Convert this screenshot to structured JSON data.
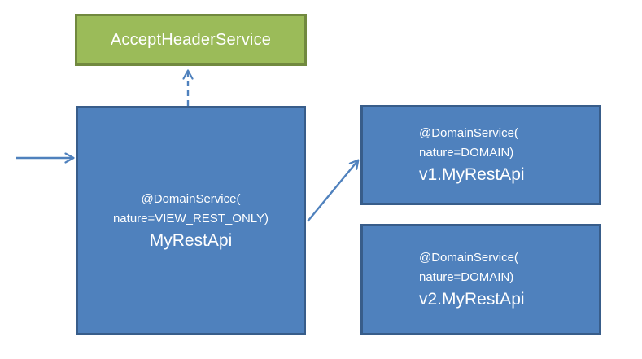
{
  "diagram": {
    "colors": {
      "green_fill": "#9BBB59",
      "green_border": "#71893F",
      "blue_fill": "#4F81BD",
      "blue_border": "#385D8A",
      "arrow": "#4F81BD",
      "text": "#FFFFFF",
      "background": "#FFFFFF"
    },
    "nodes": {
      "accept_header_service": {
        "label": "AcceptHeaderService"
      },
      "my_rest_api": {
        "annotation_line1": "@DomainService(",
        "annotation_line2": "nature=VIEW_REST_ONLY)",
        "name": "MyRestApi"
      },
      "v1_my_rest_api": {
        "annotation_line1": "@DomainService(",
        "annotation_line2": "nature=DOMAIN)",
        "name": "v1.MyRestApi"
      },
      "v2_my_rest_api": {
        "annotation_line1": "@DomainService(",
        "annotation_line2": "nature=DOMAIN)",
        "name": "v2.MyRestApi"
      }
    },
    "edges": [
      {
        "name": "incoming-request-arrow",
        "style": "solid",
        "from": "left-edge",
        "to": "my_rest_api"
      },
      {
        "name": "accept-header-arrow",
        "style": "dashed",
        "from": "my_rest_api",
        "to": "accept_header_service"
      },
      {
        "name": "delegation-arrow",
        "style": "solid",
        "from": "my_rest_api",
        "to": "v1_my_rest_api"
      }
    ]
  }
}
